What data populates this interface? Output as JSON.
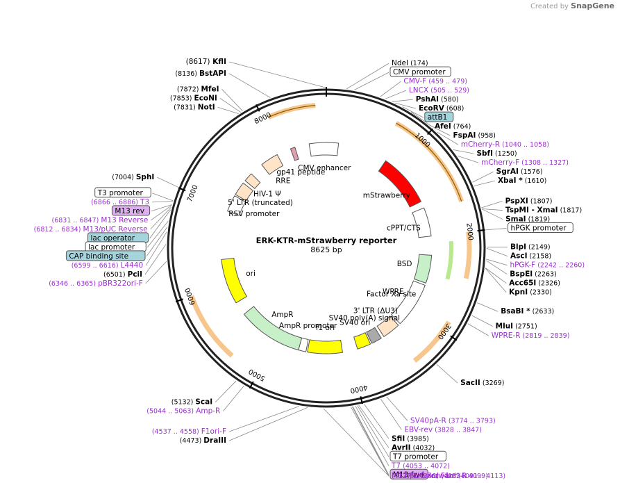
{
  "credit": {
    "prefix": "Created by",
    "brand": "SnapGene"
  },
  "plasmid": {
    "name": "ERK-KTR-mStrawberry reporter",
    "length": 8625,
    "length_label": "8625 bp"
  },
  "colors": {
    "site": "#000000",
    "primer": "#9b30d0",
    "line": "#555555",
    "ring": "#222222"
  },
  "ticks": [
    "1000",
    "2000",
    "3000",
    "4000",
    "5000",
    "6000",
    "7000",
    "8000"
  ],
  "labels": [
    {
      "text": "(8617)",
      "bold": "KflI",
      "pos": 8617
    },
    {
      "text": "NdeI",
      "bold": "",
      "suffix": "(174)",
      "pos": 174
    },
    {
      "text": "CMV promoter",
      "kind": "box",
      "pos": 240
    },
    {
      "text": "CMV-F",
      "suffix": "(459 .. 479)",
      "kind": "primer",
      "pos": 469
    },
    {
      "text": "LNCX",
      "suffix": "(505 .. 529)",
      "kind": "primer",
      "pos": 517
    },
    {
      "text": "PshAI",
      "suffix": "(580)",
      "kind": "site",
      "pos": 580
    },
    {
      "text": "EcoRV",
      "suffix": "(608)",
      "kind": "site",
      "pos": 608
    },
    {
      "text": "attB1",
      "kind": "boxblue",
      "pos": 680
    },
    {
      "text": "AfeI",
      "suffix": "(764)",
      "kind": "site",
      "pos": 764
    },
    {
      "text": "FspAI",
      "suffix": "(958)",
      "kind": "site",
      "pos": 958
    },
    {
      "text": "mCherry-R",
      "suffix": "(1040 .. 1058)",
      "kind": "primer",
      "pos": 1049
    },
    {
      "text": "SbfI",
      "suffix": "(1250)",
      "kind": "site",
      "pos": 1250
    },
    {
      "text": "mCherry-F",
      "suffix": "(1308 .. 1327)",
      "kind": "primer",
      "pos": 1317
    },
    {
      "text": "SgrAI",
      "suffix": "(1576)",
      "kind": "site",
      "pos": 1576
    },
    {
      "text": "XbaI *",
      "suffix": "(1610)",
      "kind": "site",
      "pos": 1610
    },
    {
      "text": "PspXI",
      "suffix": "(1807)",
      "kind": "site",
      "pos": 1807
    },
    {
      "text": "TspMI - XmaI",
      "suffix": "(1817)",
      "kind": "site",
      "pos": 1817
    },
    {
      "text": "SmaI",
      "suffix": "(1819)",
      "kind": "site",
      "pos": 1819
    },
    {
      "text": "hPGK promoter",
      "kind": "box",
      "pos": 2000
    },
    {
      "text": "BlpI",
      "suffix": "(2149)",
      "kind": "site",
      "pos": 2149
    },
    {
      "text": "AscI",
      "suffix": "(2158)",
      "kind": "site",
      "pos": 2158
    },
    {
      "text": "hPGK-F",
      "suffix": "(2242 .. 2260)",
      "kind": "primer",
      "pos": 2251
    },
    {
      "text": "BspEI",
      "suffix": "(2263)",
      "kind": "site",
      "pos": 2263
    },
    {
      "text": "Acc65I",
      "suffix": "(2326)",
      "kind": "site",
      "pos": 2326
    },
    {
      "text": "KpnI",
      "suffix": "(2330)",
      "kind": "site",
      "pos": 2330
    },
    {
      "text": "BsaBI *",
      "suffix": "(2633)",
      "kind": "site",
      "pos": 2633
    },
    {
      "text": "MluI",
      "suffix": "(2751)",
      "kind": "site",
      "pos": 2751
    },
    {
      "text": "WPRE-R",
      "suffix": "(2819 .. 2839)",
      "kind": "primer",
      "pos": 2829
    },
    {
      "text": "SacII",
      "suffix": "(3269)",
      "kind": "site",
      "pos": 3269
    },
    {
      "text": "SV40pA-R",
      "suffix": "(3774 .. 3793)",
      "kind": "primer",
      "pos": 3783
    },
    {
      "text": "EBV-rev",
      "suffix": "(3828 .. 3847)",
      "kind": "primer",
      "pos": 3837
    },
    {
      "text": "SfiI",
      "suffix": "(3985)",
      "kind": "site",
      "pos": 3985
    },
    {
      "text": "AvrII",
      "suffix": "(4032)",
      "kind": "site",
      "pos": 4032
    },
    {
      "text": "T7 promoter",
      "kind": "box",
      "pos": 4045
    },
    {
      "text": "T7",
      "suffix": "(4053 .. 4072)",
      "kind": "primer",
      "pos": 4062
    },
    {
      "text": "M13 fwd",
      "kind": "boxpurple",
      "pos": 4085
    },
    {
      "text": "M13 Forward",
      "suffix": "(4082 .. 4099)",
      "kind": "primer",
      "pos": 4090
    },
    {
      "text": "M13/pUC Forward",
      "suffix": "(4091 .. 4113)",
      "kind": "primer",
      "pos": 4102
    },
    {
      "text": "F1ori-R",
      "prefix": "(4327 .. 4346)",
      "kind": "primer",
      "pos": 4336
    },
    {
      "text": "DraIII",
      "prefix": "(4473)",
      "kind": "site",
      "pos": 4473
    },
    {
      "text": "F1ori-F",
      "prefix": "(4537 .. 4558)",
      "kind": "primer",
      "pos": 4547
    },
    {
      "text": "Amp-R",
      "prefix": "(5044 .. 5063)",
      "kind": "primer",
      "pos": 5053
    },
    {
      "text": "ScaI",
      "prefix": "(5132)",
      "kind": "site",
      "pos": 5132
    },
    {
      "text": "pBR322ori-F",
      "prefix": "(6346 .. 6365)",
      "kind": "primer",
      "pos": 6355
    },
    {
      "text": "PciI",
      "prefix": "(6501)",
      "kind": "site",
      "pos": 6501
    },
    {
      "text": "L4440",
      "prefix": "(6599 .. 6616)",
      "kind": "primer",
      "pos": 6607
    },
    {
      "text": "CAP binding site",
      "kind": "boxblue",
      "pos": 6650
    },
    {
      "text": "lac promoter",
      "kind": "box",
      "pos": 6700
    },
    {
      "text": "M13/pUC Reverse",
      "prefix": "(6812 .. 6834)",
      "kind": "primer",
      "pos": 6823
    },
    {
      "text": "lac operator",
      "kind": "boxblue",
      "pos": 6800
    },
    {
      "text": "M13 Reverse",
      "prefix": "(6831 .. 6847)",
      "kind": "primer",
      "pos": 6839
    },
    {
      "text": "M13 rev",
      "kind": "boxpurple",
      "pos": 6845
    },
    {
      "text": "T3",
      "prefix": "(6866 .. 6886)",
      "kind": "primer",
      "pos": 6876
    },
    {
      "text": "T3 promoter",
      "kind": "box",
      "pos": 6880
    },
    {
      "text": "SphI",
      "prefix": "(7004)",
      "kind": "site",
      "pos": 7004
    },
    {
      "text": "NotI",
      "prefix": "(7831)",
      "kind": "site",
      "pos": 7831
    },
    {
      "text": "EcoNI",
      "prefix": "(7853)",
      "kind": "site",
      "pos": 7853
    },
    {
      "text": "MfeI",
      "prefix": "(7872)",
      "kind": "site",
      "pos": 7872
    },
    {
      "text": "BstAPI",
      "prefix": "(8136)",
      "kind": "site",
      "pos": 8136
    }
  ],
  "features": [
    {
      "name": "CMV enhancer",
      "start": 8400,
      "end": 160,
      "color": "#ffffff",
      "label": "CMV enhancer"
    },
    {
      "name": "mStrawberry",
      "start": 820,
      "end": 1530,
      "color": "#ff0000",
      "label": "mStrawberry"
    },
    {
      "name": "cPPT/CTS",
      "start": 1620,
      "end": 2000,
      "color": "#ffffff",
      "label": "cPPT/CTS"
    },
    {
      "name": "BSD",
      "start": 2250,
      "end": 2620,
      "color": "#c8f0c8",
      "label": "BSD"
    },
    {
      "name": "WPRE",
      "start": 2650,
      "end": 3250,
      "color": "#ffffff",
      "label": "WPRE"
    },
    {
      "name": "3' LTR (ΔU3)",
      "start": 3280,
      "end": 3520,
      "color": "#ffe4c8",
      "label": "3' LTR (ΔU3)"
    },
    {
      "name": "SV40 poly(A) signal",
      "start": 3560,
      "end": 3700,
      "color": "#aaaaaa",
      "label": "SV40 poly(A) signal"
    },
    {
      "name": "SV40 ori",
      "start": 3720,
      "end": 3900,
      "color": "#ffff00",
      "label": "SV40 ori"
    },
    {
      "name": "f1 ori",
      "start": 4100,
      "end": 4560,
      "color": "#ffff00",
      "label": "f1 ori"
    },
    {
      "name": "AmpR promoter",
      "start": 4580,
      "end": 4680,
      "color": "#ffffff",
      "label": "AmpR promoter"
    },
    {
      "name": "AmpR",
      "start": 4680,
      "end": 5540,
      "color": "#c8f0c8",
      "label": "AmpR"
    },
    {
      "name": "ori",
      "start": 5720,
      "end": 6320,
      "color": "#ffff00",
      "label": "ori"
    },
    {
      "name": "RSV promoter",
      "start": 6960,
      "end": 7180,
      "color": "#ffffff",
      "label": "RSV promoter"
    },
    {
      "name": "5' LTR (truncated)",
      "start": 7200,
      "end": 7380,
      "color": "#ffe4c8",
      "label": "5' LTR (truncated)"
    },
    {
      "name": "HIV-1 Ψ",
      "start": 7420,
      "end": 7540,
      "color": "#ffe4c8",
      "label": "HIV-1 Ψ"
    },
    {
      "name": "RRE",
      "start": 7720,
      "end": 7960,
      "color": "#ffe4c8",
      "label": "RRE"
    },
    {
      "name": "gp41 peptide",
      "start": 8150,
      "end": 8210,
      "color": "#e0a0b0",
      "label": "gp41 peptide"
    },
    {
      "name": "Factor Xa site",
      "start": 3000,
      "end": 3010,
      "color": "#ffffff",
      "label": "Factor Xa site"
    }
  ]
}
